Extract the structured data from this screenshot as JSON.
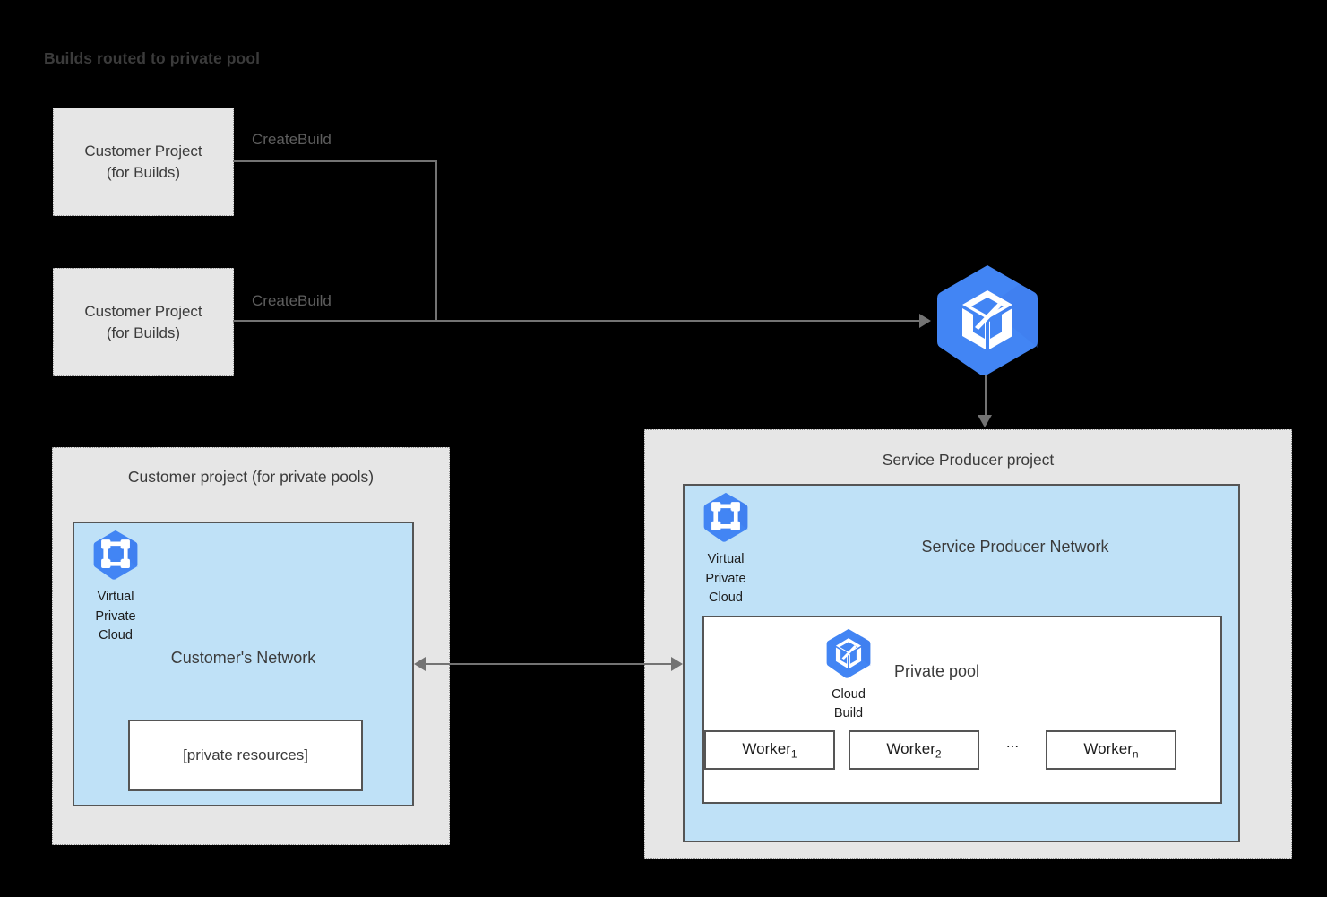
{
  "title": "Builds routed to private pool",
  "customer_build_projects": [
    {
      "line1": "Customer Project",
      "line2": "(for Builds)",
      "edge_label": "CreateBuild"
    },
    {
      "line1": "Customer Project",
      "line2": "(for Builds)",
      "edge_label": "CreateBuild"
    }
  ],
  "cloud_build_service": {
    "icon": "cloud-build-icon"
  },
  "customer_private_pools_project": {
    "title": "Customer project (for private pools)",
    "vpc": {
      "icon": "virtual-private-cloud-icon",
      "label_line1": "Virtual",
      "label_line2": "Private",
      "label_line3": "Cloud"
    },
    "network_name": "Customer's Network",
    "private_resources": "[private resources]"
  },
  "service_producer_project": {
    "title": "Service Producer project",
    "vpc": {
      "icon": "virtual-private-cloud-icon",
      "label_line1": "Virtual",
      "label_line2": "Private",
      "label_line3": "Cloud"
    },
    "network_name": "Service Producer Network",
    "private_pool": {
      "name": "Private pool",
      "cloud_build": {
        "icon": "cloud-build-icon",
        "label_line1": "Cloud",
        "label_line2": "Build"
      },
      "workers": [
        {
          "name": "Worker",
          "subscript": "1"
        },
        {
          "name": "Worker",
          "subscript": "2"
        },
        {
          "name": "Worker",
          "subscript": "n"
        }
      ],
      "ellipsis": "..."
    }
  },
  "colors": {
    "background": "#000000",
    "project_fill": "#e6e6e6",
    "network_fill": "#bfe1f7",
    "border": "#555555",
    "line": "#737373",
    "google_blue": "#4285f4",
    "text": "#3b3b3b"
  }
}
